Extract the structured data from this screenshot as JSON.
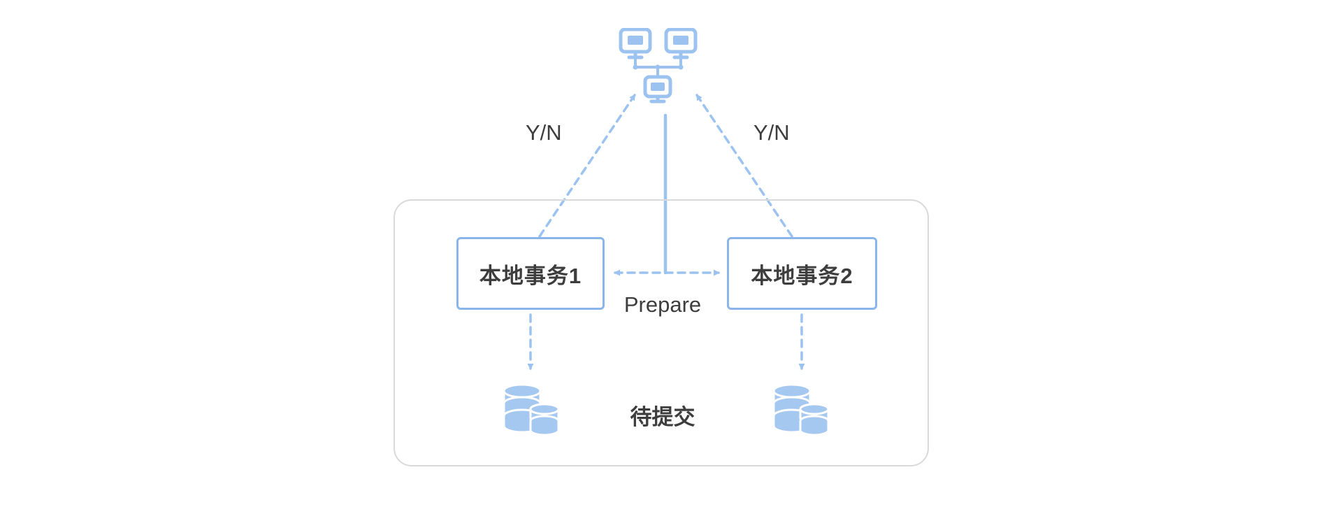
{
  "diagram": {
    "type": "two-phase-commit-diagram",
    "coordinator": {
      "icon": "network-computers-icon"
    },
    "nodes": {
      "tx1_label": "本地事务1",
      "tx2_label": "本地事务2"
    },
    "edges": {
      "yn_left_label": "Y/N",
      "yn_right_label": "Y/N",
      "prepare_label": "Prepare",
      "pending_label": "待提交"
    },
    "icons": {
      "coordinator": "network-icon",
      "database_left": "database-icon",
      "database_right": "database-icon"
    },
    "colors": {
      "accent_blue": "#9cc3ef",
      "box_border_blue": "#8ab5ea",
      "container_border_gray": "#d9d9d9",
      "text_dark": "#3d3d3d",
      "background": "#ffffff"
    }
  }
}
